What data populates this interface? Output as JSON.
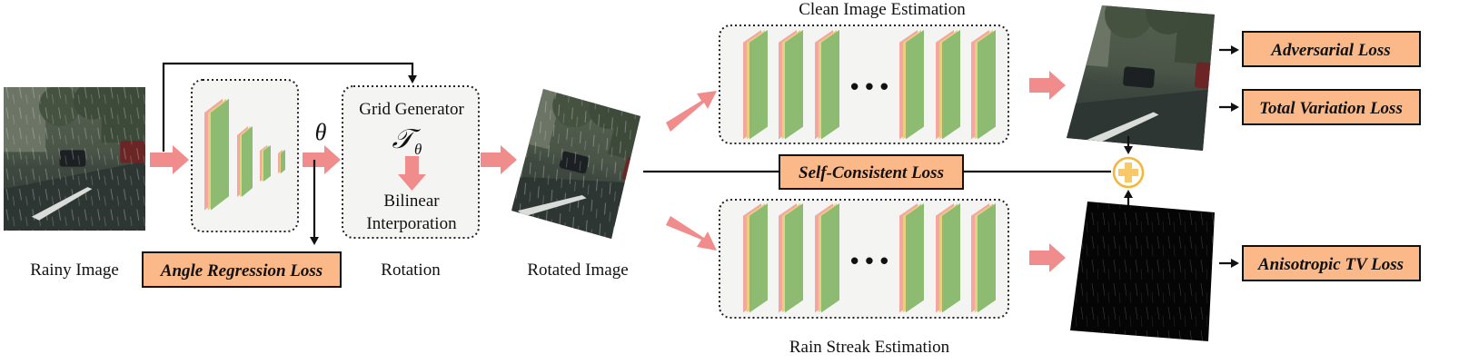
{
  "colors": {
    "loss_box": "#fbb98a",
    "flow_arrow": "#f08c8c",
    "layer_green": "#8dbb72",
    "layer_edge_pink": "#f4a6a0",
    "layer_edge_yellow": "#e8d080",
    "sum_node": "#f3b53a",
    "panel_fill": "#f4f5f3"
  },
  "labels": {
    "rainy_image": "Rainy Image",
    "rotation": "Rotation",
    "rotated_image": "Rotated Image",
    "clean_estimation": "Clean Image Estimation",
    "rain_estimation": "Rain Streak Estimation",
    "theta": "θ",
    "grid_generator": "Grid Generator",
    "transform_symbol": "𝒯",
    "transform_subscript": "θ",
    "bilinear": "Bilinear",
    "interporation": "Interporation",
    "ellipsis_top": "• • •",
    "ellipsis_bottom": "• • •"
  },
  "losses": {
    "angle_regression": "Angle Regression Loss",
    "self_consistent": "Self-Consistent Loss",
    "adversarial": "Adversarial Loss",
    "total_variation": "Total Variation Loss",
    "anisotropic_tv": "Anisotropic TV Loss"
  },
  "icons": {
    "sum_node": "plus-circle-icon",
    "images": [
      "rainy-street-photo",
      "rotated-street-photo",
      "clean-street-photo",
      "rain-streak-map"
    ]
  }
}
